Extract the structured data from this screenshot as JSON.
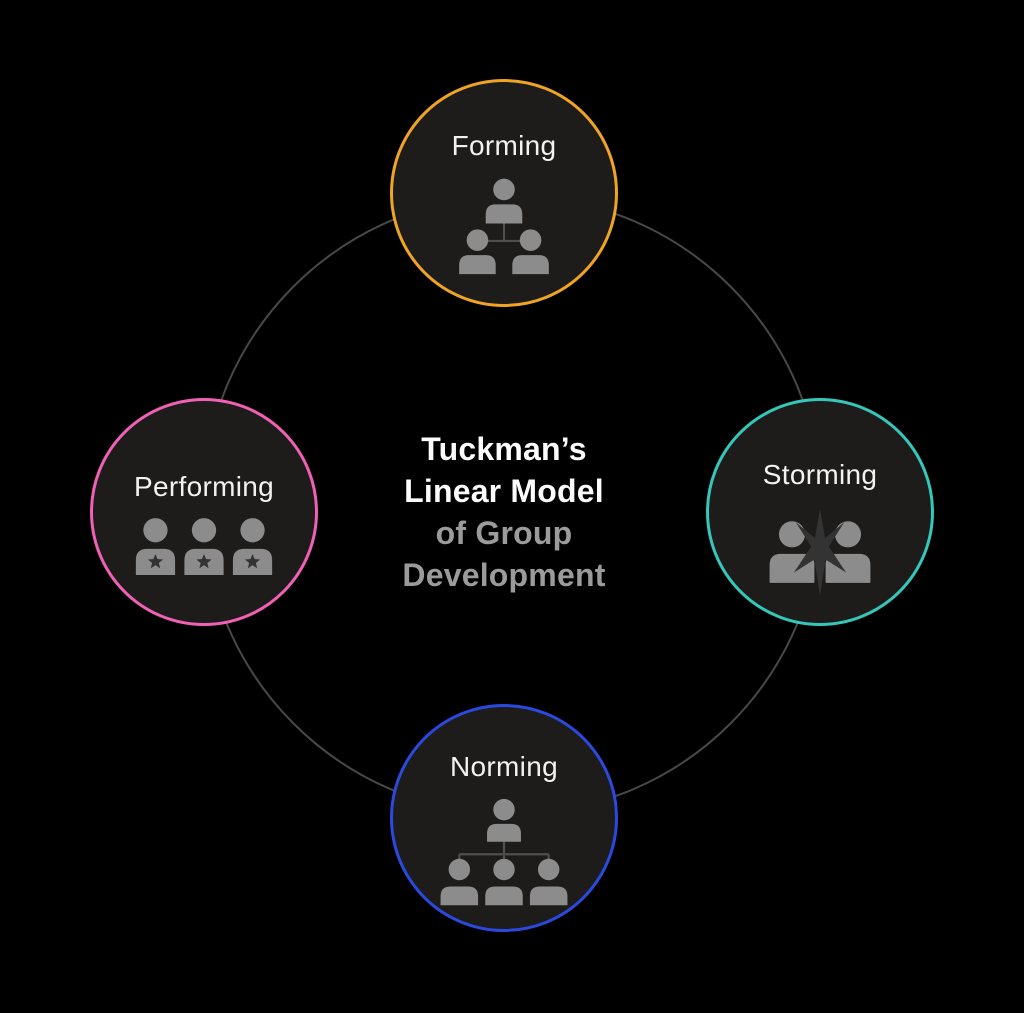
{
  "title": {
    "line1": "Tuckman’s",
    "line2": "Linear Model",
    "line3": "of Group",
    "line4": "Development"
  },
  "stages": [
    {
      "label": "Forming",
      "position": "top",
      "accent_color": "#F0A424",
      "icon": "forming-team-hierarchy-icon"
    },
    {
      "label": "Storming",
      "position": "right",
      "accent_color": "#35C7B9",
      "icon": "storming-conflict-icon"
    },
    {
      "label": "Norming",
      "position": "bottom",
      "accent_color": "#2A49DE",
      "icon": "norming-org-chart-icon"
    },
    {
      "label": "Performing",
      "position": "left",
      "accent_color": "#F060B5",
      "icon": "performing-star-team-icon"
    }
  ],
  "colors": {
    "background": "#000000",
    "node_fill": "#1D1C1B",
    "ring": "#484848",
    "icon_gray": "#8C8C8C",
    "icon_dark": "#333333",
    "connector": "#4F4F4F",
    "title_primary": "#FCFCFC",
    "title_secondary": "#9B9B9B",
    "label_text": "#F2F2F2"
  }
}
